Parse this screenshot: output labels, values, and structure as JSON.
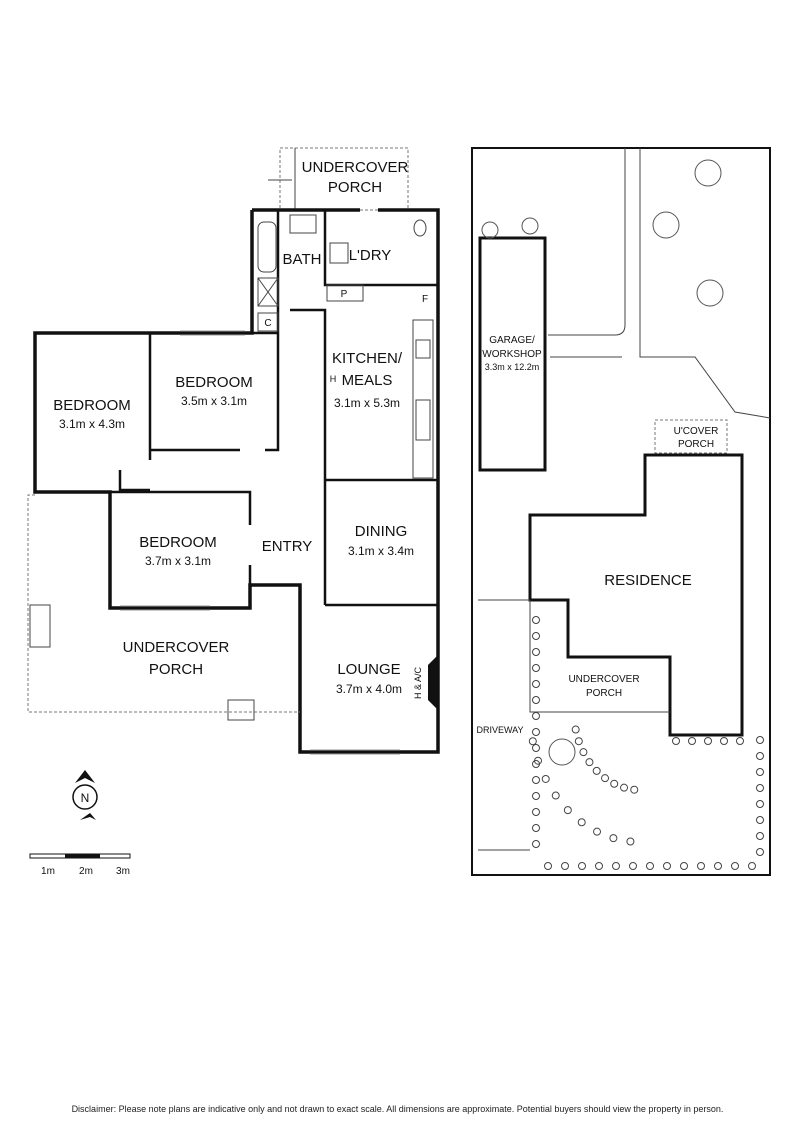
{
  "floor_plan": {
    "rooms": [
      {
        "name": "UNDERCOVER",
        "name2": "PORCH",
        "dims": ""
      },
      {
        "name": "BATH",
        "dims": ""
      },
      {
        "name": "L'DRY",
        "dims": ""
      },
      {
        "name": "KITCHEN/",
        "name2": "MEALS",
        "dims": "3.1m x 5.3m"
      },
      {
        "name": "BEDROOM",
        "dims": "3.1m x 4.3m"
      },
      {
        "name": "BEDROOM",
        "dims": "3.5m x 3.1m"
      },
      {
        "name": "BEDROOM",
        "dims": "3.7m x 3.1m"
      },
      {
        "name": "ENTRY",
        "dims": ""
      },
      {
        "name": "DINING",
        "dims": "3.1m x 3.4m"
      },
      {
        "name": "UNDERCOVER",
        "name2": "PORCH",
        "dims": ""
      },
      {
        "name": "LOUNGE",
        "dims": "3.7m x 4.0m"
      }
    ],
    "markers": {
      "pantry": "P",
      "cupboard": "C",
      "fridge": "F",
      "heater": "H",
      "hvac": "H & A/C"
    }
  },
  "site_plan": {
    "garage": {
      "name": "GARAGE/",
      "name2": "WORKSHOP",
      "dims": "3.3m x 12.2m"
    },
    "ucover_porch": {
      "name": "U'COVER",
      "name2": "PORCH"
    },
    "residence": "RESIDENCE",
    "undercover_porch": {
      "name": "UNDERCOVER",
      "name2": "PORCH"
    },
    "driveway": "DRIVEWAY"
  },
  "north": "N",
  "scale": [
    "1m",
    "2m",
    "3m"
  ],
  "disclaimer": "Disclaimer: Please note plans are indicative only and not drawn to exact scale. All dimensions are approximate. Potential buyers should view the property in person."
}
